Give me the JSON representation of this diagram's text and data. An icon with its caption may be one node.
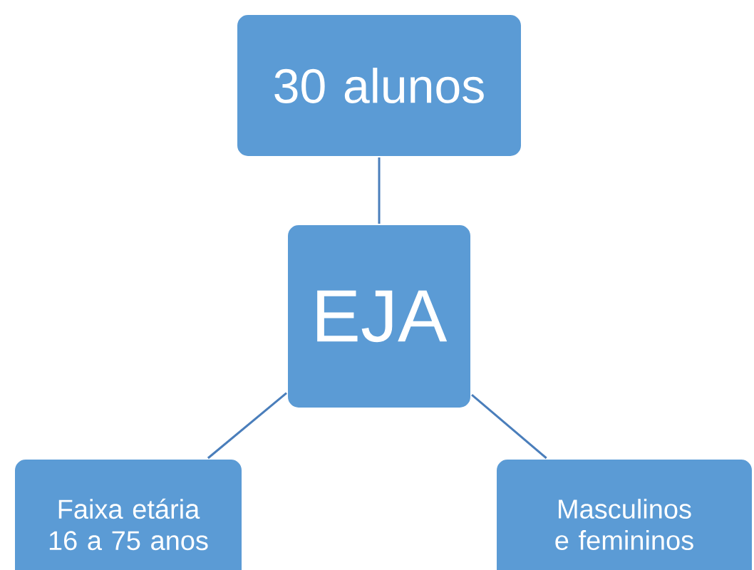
{
  "diagram": {
    "nodes": [
      {
        "text": [
          "30 alunos"
        ]
      },
      {
        "text": [
          "EJA"
        ]
      },
      {
        "text": [
          "Faixa etária 16 a 75 anos"
        ]
      },
      {
        "text": [
          "Masculinos e femininos"
        ]
      }
    ],
    "edges": [
      {
        "from": 1,
        "to": 0,
        "arrow": "none"
      },
      {
        "from": 1,
        "to": 2,
        "arrow": "none"
      },
      {
        "from": 1,
        "to": 3,
        "arrow": "none"
      }
    ]
  }
}
